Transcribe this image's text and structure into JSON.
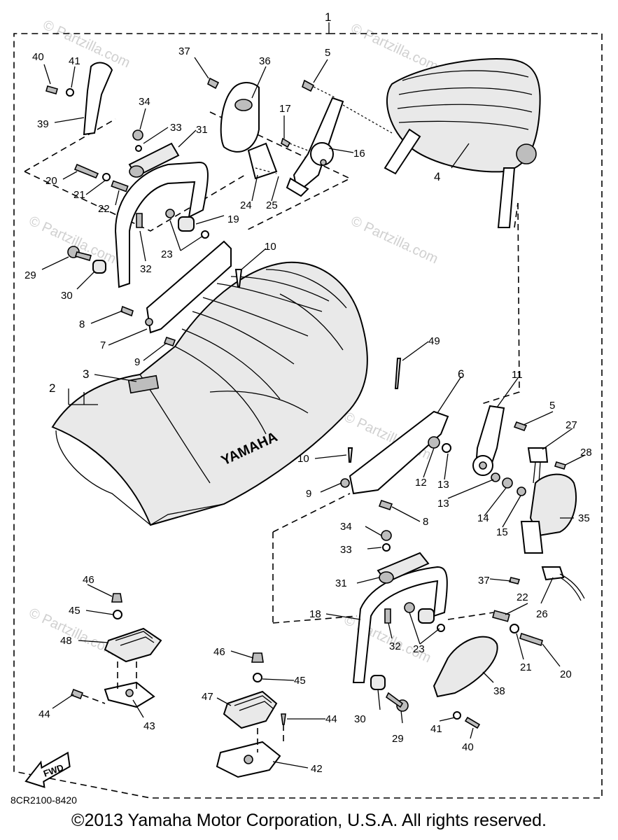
{
  "diagram": {
    "callouts": [
      "1",
      "2",
      "3",
      "4",
      "5",
      "5",
      "6",
      "7",
      "8",
      "8",
      "9",
      "9",
      "10",
      "10",
      "11",
      "12",
      "13",
      "13",
      "14",
      "15",
      "16",
      "17",
      "18",
      "19",
      "20",
      "20",
      "21",
      "21",
      "22",
      "22",
      "23",
      "23",
      "24",
      "25",
      "26",
      "27",
      "28",
      "29",
      "29",
      "30",
      "30",
      "31",
      "31",
      "32",
      "32",
      "33",
      "33",
      "34",
      "34",
      "35",
      "36",
      "37",
      "37",
      "38",
      "39",
      "40",
      "40",
      "41",
      "41",
      "42",
      "43",
      "44",
      "44",
      "45",
      "45",
      "46",
      "46",
      "47",
      "48",
      "49"
    ],
    "seat_logo": "YAMAHA",
    "fwd_label": "FWD",
    "drawing_code": "8CR2100-8420",
    "watermarks": [
      "© Partzilla.com",
      "© Partzilla.com",
      "© Partzilla.com",
      "© Partzilla.com",
      "© Partzilla.com",
      "© Partzilla.com",
      "© Partzilla.com"
    ]
  },
  "footer": {
    "copyright": "©2013  Yamaha Motor Corporation, U.S.A. All rights reserved."
  }
}
